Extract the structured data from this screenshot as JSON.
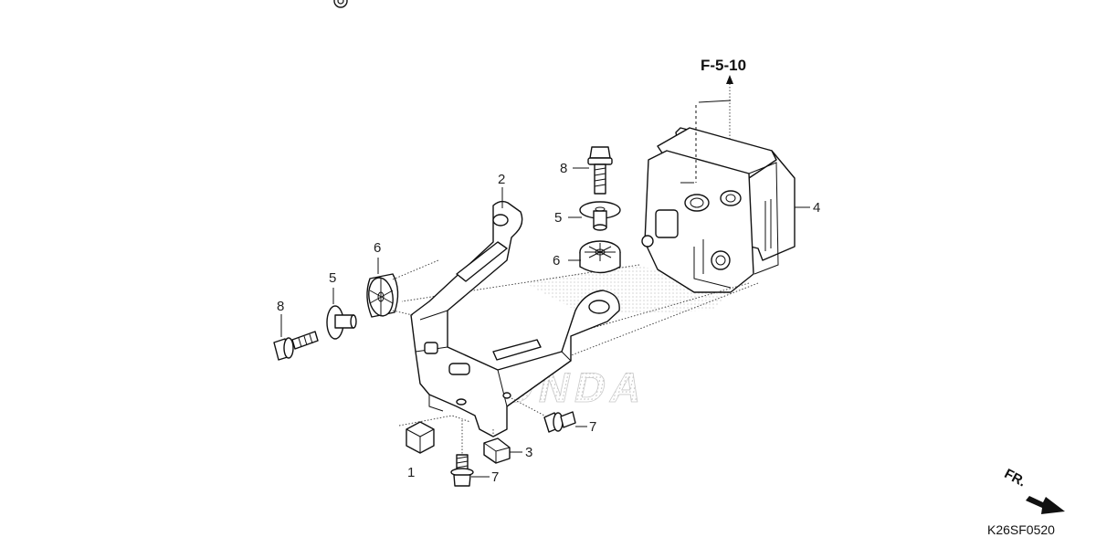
{
  "diagram": {
    "reference": "F-5-10",
    "figure_code": "K26SF0520",
    "front_indicator": "FR.",
    "watermark": "HONDA",
    "callouts": [
      {
        "id": "c-1",
        "label": "1"
      },
      {
        "id": "c-2",
        "label": "2"
      },
      {
        "id": "c-3",
        "label": "3"
      },
      {
        "id": "c-4",
        "label": "4"
      },
      {
        "id": "c-5a",
        "label": "5"
      },
      {
        "id": "c-5b",
        "label": "5"
      },
      {
        "id": "c-6a",
        "label": "6"
      },
      {
        "id": "c-6b",
        "label": "6"
      },
      {
        "id": "c-7a",
        "label": "7"
      },
      {
        "id": "c-7b",
        "label": "7"
      },
      {
        "id": "c-8a",
        "label": "8"
      },
      {
        "id": "c-8b",
        "label": "8"
      }
    ],
    "parts": [
      {
        "number": "1",
        "icon": "rubber-cushion-icon"
      },
      {
        "number": "2",
        "icon": "mounting-bracket-icon"
      },
      {
        "number": "3",
        "icon": "collar-nut-icon"
      },
      {
        "number": "4",
        "icon": "abs-modulator-icon"
      },
      {
        "number": "5",
        "icon": "washer-collar-icon"
      },
      {
        "number": "6",
        "icon": "rubber-mount-icon"
      },
      {
        "number": "7",
        "icon": "flange-bolt-icon"
      },
      {
        "number": "8",
        "icon": "flange-bolt-long-icon"
      }
    ]
  }
}
